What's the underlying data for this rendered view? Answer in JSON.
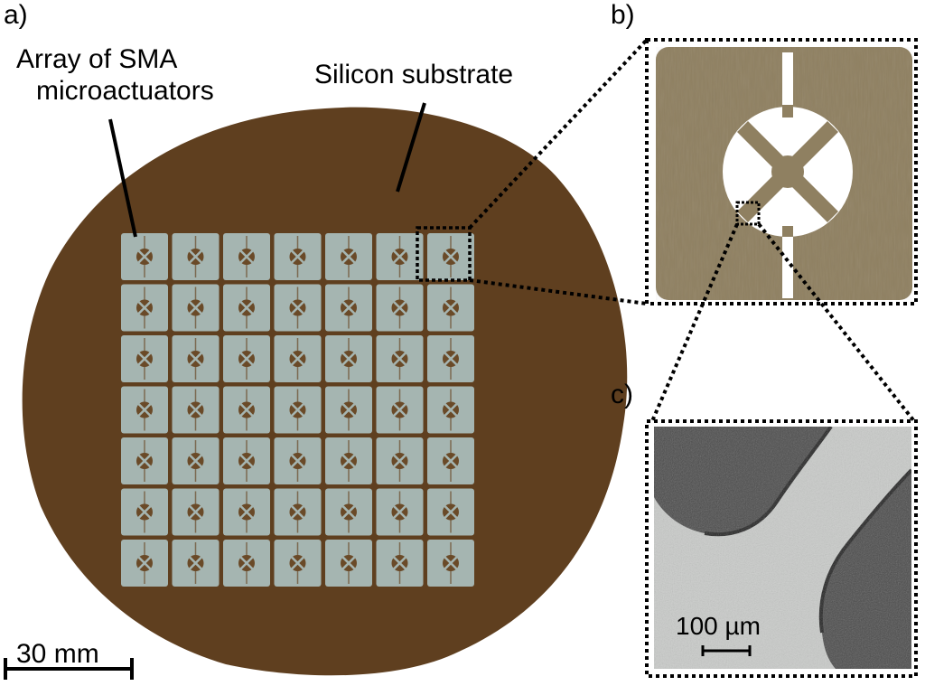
{
  "panels": {
    "a": {
      "label": "a)"
    },
    "b": {
      "label": "b)"
    },
    "c": {
      "label": "c)"
    }
  },
  "annotations": {
    "array_line1": "Array of SMA",
    "array_line2": "microactuators",
    "substrate": "Silicon substrate"
  },
  "scale_bars": {
    "wafer": "30 mm",
    "sem": "100 µm"
  },
  "array": {
    "rows": 7,
    "cols": 7
  },
  "colors": {
    "wafer": "#5f3f1f",
    "actuator": "#a5b5b1",
    "actuator_hole": "#6a4a28",
    "photo_background": "#8f8061",
    "photo_cutout": "#ffffff",
    "sem_background": "#c9cbc9",
    "sem_dark": "#4a4a4a"
  }
}
